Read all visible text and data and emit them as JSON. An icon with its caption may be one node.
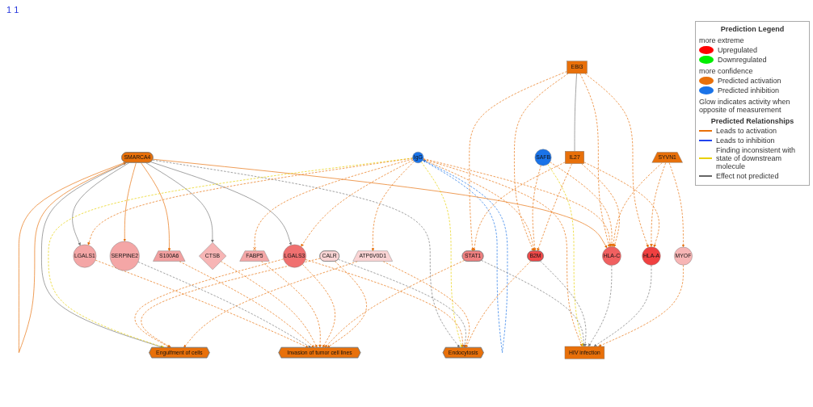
{
  "diagram": {
    "nodes": [
      {
        "text": [
          "SMARCA4"
        ]
      },
      {
        "text": [
          "IgG"
        ]
      },
      {
        "text": [
          "SAFB"
        ]
      },
      {
        "text": [
          "SYVN1"
        ]
      },
      {
        "text": [
          "EBI3"
        ]
      },
      {
        "text": [
          "IL27"
        ]
      },
      {
        "text": [
          "LGALS1"
        ]
      },
      {
        "text": [
          "SERPINE2"
        ]
      },
      {
        "text": [
          "S100A6"
        ]
      },
      {
        "text": [
          "CTSB"
        ]
      },
      {
        "text": [
          "FABP5"
        ]
      },
      {
        "text": [
          "LGALS3"
        ]
      },
      {
        "text": [
          "STAT1"
        ]
      },
      {
        "text": [
          "CALR"
        ]
      },
      {
        "text": [
          "ATP6V0D1"
        ]
      },
      {
        "text": [
          "B2M"
        ]
      },
      {
        "text": [
          "HLA-C"
        ]
      },
      {
        "text": [
          "HLA-A"
        ]
      },
      {
        "text": [
          "MYOF"
        ]
      },
      {
        "text": [
          "Invasion of tumor cell lines"
        ]
      },
      {
        "text": [
          "Endocytosis"
        ]
      },
      {
        "text": [
          "Engulfment of cells"
        ]
      },
      {
        "text": [
          "HIV infection"
        ]
      }
    ],
    "edges": [
      {
        "from": 0,
        "to": 0,
        "arrow": "to"
      },
      {
        "from": 1,
        "to": 1,
        "arrow": "to",
        "style": "dashed",
        "color": "#1a73e8"
      },
      {
        "from": 0,
        "to": 6,
        "arrow": "to",
        "color": "#777777"
      },
      {
        "from": 0,
        "to": 7,
        "arrow": "to"
      },
      {
        "from": 0,
        "to": 8,
        "arrow": "to"
      },
      {
        "from": 0,
        "to": 9,
        "arrow": "to",
        "color": "#777777"
      },
      {
        "from": 0,
        "to": 20,
        "arrow": "to",
        "style": "dashed",
        "color": "#777777"
      },
      {
        "from": 0,
        "to": 11,
        "arrow": "to",
        "color": "#777777"
      },
      {
        "from": 0,
        "to": 21,
        "arrow": "to",
        "color": "#777777"
      },
      {
        "from": 0,
        "to": 16,
        "arrow": "to"
      },
      {
        "from": 4,
        "to": 5,
        "arrow": "none",
        "color": "#777777"
      },
      {
        "from": 4,
        "to": 12,
        "arrow": "to",
        "style": "dashed"
      },
      {
        "from": 4,
        "to": 15,
        "arrow": "to",
        "style": "dashed"
      },
      {
        "from": 4,
        "to": 16,
        "arrow": "to",
        "style": "dashed"
      },
      {
        "from": 4,
        "to": 17,
        "arrow": "to",
        "style": "dashed"
      },
      {
        "from": 1,
        "to": 6,
        "arrow": "to",
        "style": "dashed"
      },
      {
        "from": 1,
        "to": 10,
        "arrow": "other",
        "style": "dashed"
      },
      {
        "from": 1,
        "to": 11,
        "arrow": "to",
        "style": "dashed"
      },
      {
        "from": 1,
        "to": 20,
        "arrow": "to",
        "style": "dashed",
        "color": "#e8d000"
      },
      {
        "from": 1,
        "to": 21,
        "arrow": "to",
        "style": "dashed",
        "color": "#e8d000"
      },
      {
        "from": 1,
        "to": 14,
        "arrow": "to",
        "style": "dashed"
      },
      {
        "from": 1,
        "to": 15,
        "arrow": "to",
        "style": "dashed"
      },
      {
        "from": 1,
        "to": 16,
        "arrow": "to",
        "style": "dashed"
      },
      {
        "from": 1,
        "to": 22,
        "arrow": "to",
        "style": "dashed"
      },
      {
        "from": 2,
        "to": 22,
        "arrow": "to",
        "style": "dashed",
        "color": "#e8d000"
      },
      {
        "from": 2,
        "to": 15,
        "arrow": "to",
        "style": "dashed"
      },
      {
        "from": 2,
        "to": 16,
        "arrow": "to",
        "style": "dashed"
      },
      {
        "from": 3,
        "to": 16,
        "arrow": "to",
        "style": "dashed"
      },
      {
        "from": 3,
        "to": 17,
        "arrow": "to",
        "style": "dashed"
      },
      {
        "from": 3,
        "to": 18,
        "arrow": "to",
        "style": "dashed"
      },
      {
        "from": 5,
        "to": 12,
        "arrow": "to",
        "style": "dashed"
      },
      {
        "from": 5,
        "to": 15,
        "arrow": "to",
        "style": "dashed"
      },
      {
        "from": 5,
        "to": 16,
        "arrow": "to",
        "style": "dashed"
      },
      {
        "from": 5,
        "to": 17,
        "arrow": "to",
        "style": "dashed"
      },
      {
        "from": 6,
        "to": 19,
        "arrow": "to",
        "style": "dashed"
      },
      {
        "from": 7,
        "to": 19,
        "arrow": "to",
        "style": "dashed",
        "color": "#777777"
      },
      {
        "from": 8,
        "to": 19,
        "arrow": "to",
        "style": "dashed"
      },
      {
        "from": 9,
        "to": 19,
        "arrow": "to",
        "style": "dashed"
      },
      {
        "from": 10,
        "to": 19,
        "arrow": "to",
        "style": "dashed"
      },
      {
        "from": 11,
        "to": 19,
        "arrow": "to",
        "style": "dashed"
      },
      {
        "from": 12,
        "to": 19,
        "arrow": "to",
        "style": "dashed"
      },
      {
        "from": 13,
        "to": 19,
        "arrow": "to",
        "style": "dashed"
      },
      {
        "from": 11,
        "to": 20,
        "arrow": "to",
        "style": "dashed"
      },
      {
        "from": 11,
        "to": 21,
        "arrow": "to",
        "style": "dashed"
      },
      {
        "from": 12,
        "to": 22,
        "arrow": "to",
        "style": "dashed",
        "color": "#777777"
      },
      {
        "from": 13,
        "to": 20,
        "arrow": "to",
        "style": "dashed",
        "color": "#777777"
      },
      {
        "from": 13,
        "to": 21,
        "arrow": "to",
        "style": "dashed"
      },
      {
        "from": 14,
        "to": 21,
        "arrow": "to",
        "style": "dashed"
      },
      {
        "from": 14,
        "to": 20,
        "arrow": "to",
        "style": "dashed"
      },
      {
        "from": 15,
        "to": 20,
        "arrow": "to",
        "style": "dashed"
      },
      {
        "from": 15,
        "to": 22,
        "arrow": "to",
        "style": "dashed",
        "color": "#777777"
      },
      {
        "from": 16,
        "to": 22,
        "arrow": "to",
        "style": "dashed",
        "color": "#777777"
      },
      {
        "from": 17,
        "to": 22,
        "arrow": "to",
        "style": "dashed",
        "color": "#777777"
      },
      {
        "from": 18,
        "to": 22,
        "arrow": "to",
        "style": "dashed"
      }
    ],
    "labels": [
      "1 1",
      "Prediction Legend",
      "more extreme",
      "more confidence",
      "Glow indicates activity when opposite of measurement",
      "Predicted Relationships"
    ],
    "legend": [
      {
        "text": "Upregulated",
        "color": "#ff0000"
      },
      {
        "text": "Downregulated",
        "color": "#00ee00"
      },
      {
        "text": "Predicted activation",
        "color": "#e8700a"
      },
      {
        "text": "Predicted inhibition",
        "color": "#1a73e8"
      },
      {
        "text": "Leads to activation"
      },
      {
        "text": "Leads to inhibition"
      },
      {
        "text": "Finding inconsistent with state of downstream molecule"
      },
      {
        "text": "Effect not predicted"
      }
    ]
  }
}
